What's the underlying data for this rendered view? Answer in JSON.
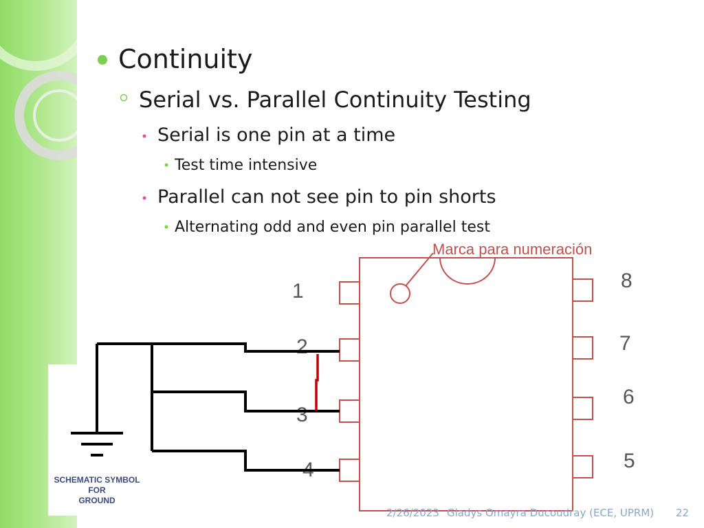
{
  "slide": {
    "title": "Continuity",
    "subtitle": "Serial vs. Parallel Continuity Testing",
    "bullets": [
      {
        "text": "Serial is one pin at a time",
        "sub": "Test time intensive"
      },
      {
        "text": "Parallel can not see pin to pin shorts",
        "sub": "Alternating odd and even pin parallel test"
      }
    ]
  },
  "diagram": {
    "marca_label": "Marca para numeración",
    "pins_left": [
      "1",
      "2",
      "3",
      "4"
    ],
    "pins_right": [
      "8",
      "7",
      "6",
      "5"
    ],
    "ground_label": [
      "SCHEMATIC SYMBOL",
      "FOR",
      "GROUND"
    ]
  },
  "footer": {
    "date": "2/26/2023",
    "author": "Gladys Omayra Ducoudray (ECE, UPRM)",
    "page": "22"
  },
  "colors": {
    "sidebar_green": "#8fdc66",
    "bullet_green": "#7ccf4f",
    "bullet_pink": "#d9559a",
    "chip_outline": "#c0504d",
    "short_red": "#c00000",
    "footer_blue": "#8aa6c8"
  }
}
